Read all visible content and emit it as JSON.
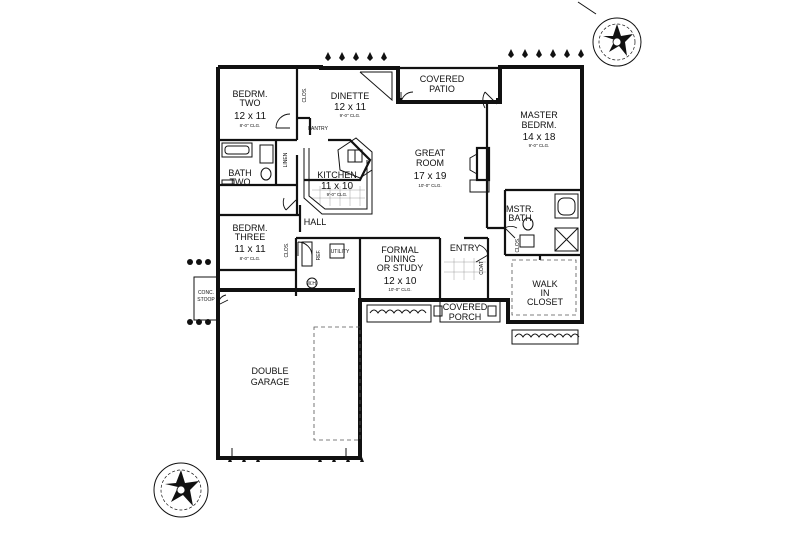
{
  "rooms": {
    "bedroom_two": {
      "name_line1": "BEDRM.",
      "name_line2": "TWO",
      "size": "12 x 11",
      "ceiling": "8'-0\" CLG."
    },
    "dinette": {
      "name": "DINETTE",
      "size": "12 x 11",
      "ceiling": "9'-0\" CLG."
    },
    "covered_patio": {
      "name_line1": "COVERED",
      "name_line2": "PATIO"
    },
    "master_bedroom": {
      "name_line1": "MASTER",
      "name_line2": "BEDRM.",
      "size": "14 x 18",
      "ceiling": "9'-0\" CLG."
    },
    "great_room": {
      "name_line1": "GREAT",
      "name_line2": "ROOM",
      "size": "17 x 19",
      "ceiling": "10'-0\" CLG."
    },
    "kitchen": {
      "name": "KITCHEN",
      "size": "11 x 10",
      "ceiling": "9'-0\" CLG."
    },
    "pantry": {
      "name": "PANTRY"
    },
    "bath_two": {
      "name_line1": "BATH",
      "name_line2": "TWO"
    },
    "linen": {
      "name": "LINEN"
    },
    "hall": {
      "name": "HALL"
    },
    "bedroom_three": {
      "name_line1": "BEDRM.",
      "name_line2": "THREE",
      "size": "11 x 11",
      "ceiling": "8'-0\" CLG."
    },
    "utility": {
      "name": "UTILITY"
    },
    "formal_dining": {
      "name_line1": "FORMAL",
      "name_line2": "DINING",
      "name_line3": "OR STUDY",
      "size": "12 x 10",
      "ceiling": "10'-0\" CLG."
    },
    "entry": {
      "name": "ENTRY"
    },
    "master_bath": {
      "name_line1": "MSTR.",
      "name_line2": "BATH"
    },
    "walk_in_closet": {
      "name_line1": "WALK",
      "name_line2": "IN",
      "name_line3": "CLOSET"
    },
    "covered_porch": {
      "name_line1": "COVERED",
      "name_line2": "PORCH"
    },
    "double_garage": {
      "name_line1": "DOUBLE",
      "name_line2": "GARAGE"
    },
    "conc_stoop": {
      "name_line1": "CONC.",
      "name_line2": "STOOP"
    }
  },
  "closets": {
    "clos": "CLOS.",
    "coat": "COAT",
    "wh": "W.H.",
    "ref": "REF."
  }
}
